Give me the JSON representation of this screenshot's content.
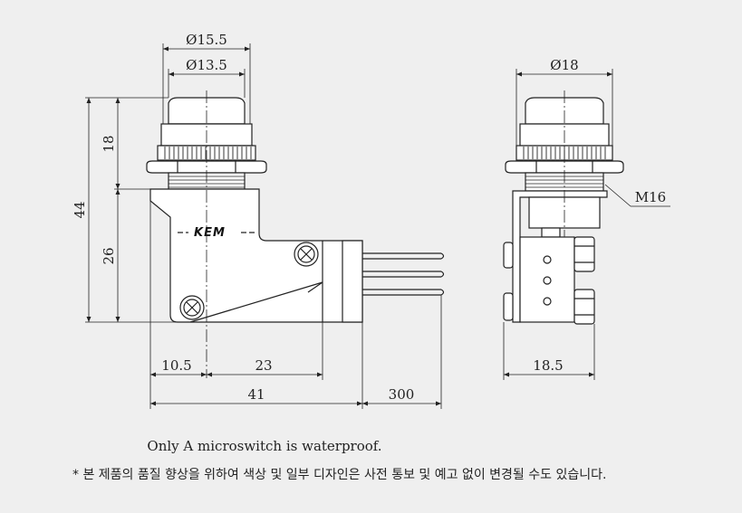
{
  "dimensions": {
    "front_outer_diameter": "Ø15.5",
    "front_inner_diameter": "Ø13.5",
    "total_height": "44",
    "cap_height": "18",
    "body_height": "26",
    "offset_width": "10.5",
    "body_width_mid": "23",
    "total_width": "41",
    "cable_length": "300",
    "side_diameter": "Ø18",
    "thread": "M16",
    "side_width": "18.5"
  },
  "brand": "KEM",
  "notes": {
    "waterproof": "Only A microswitch is waterproof.",
    "disclaimer": "* 본 제품의 품질 향상을 위하여 색상 및 일부 디자인은 사전 통보 및 예고 없이 변경될 수도 있습니다."
  }
}
